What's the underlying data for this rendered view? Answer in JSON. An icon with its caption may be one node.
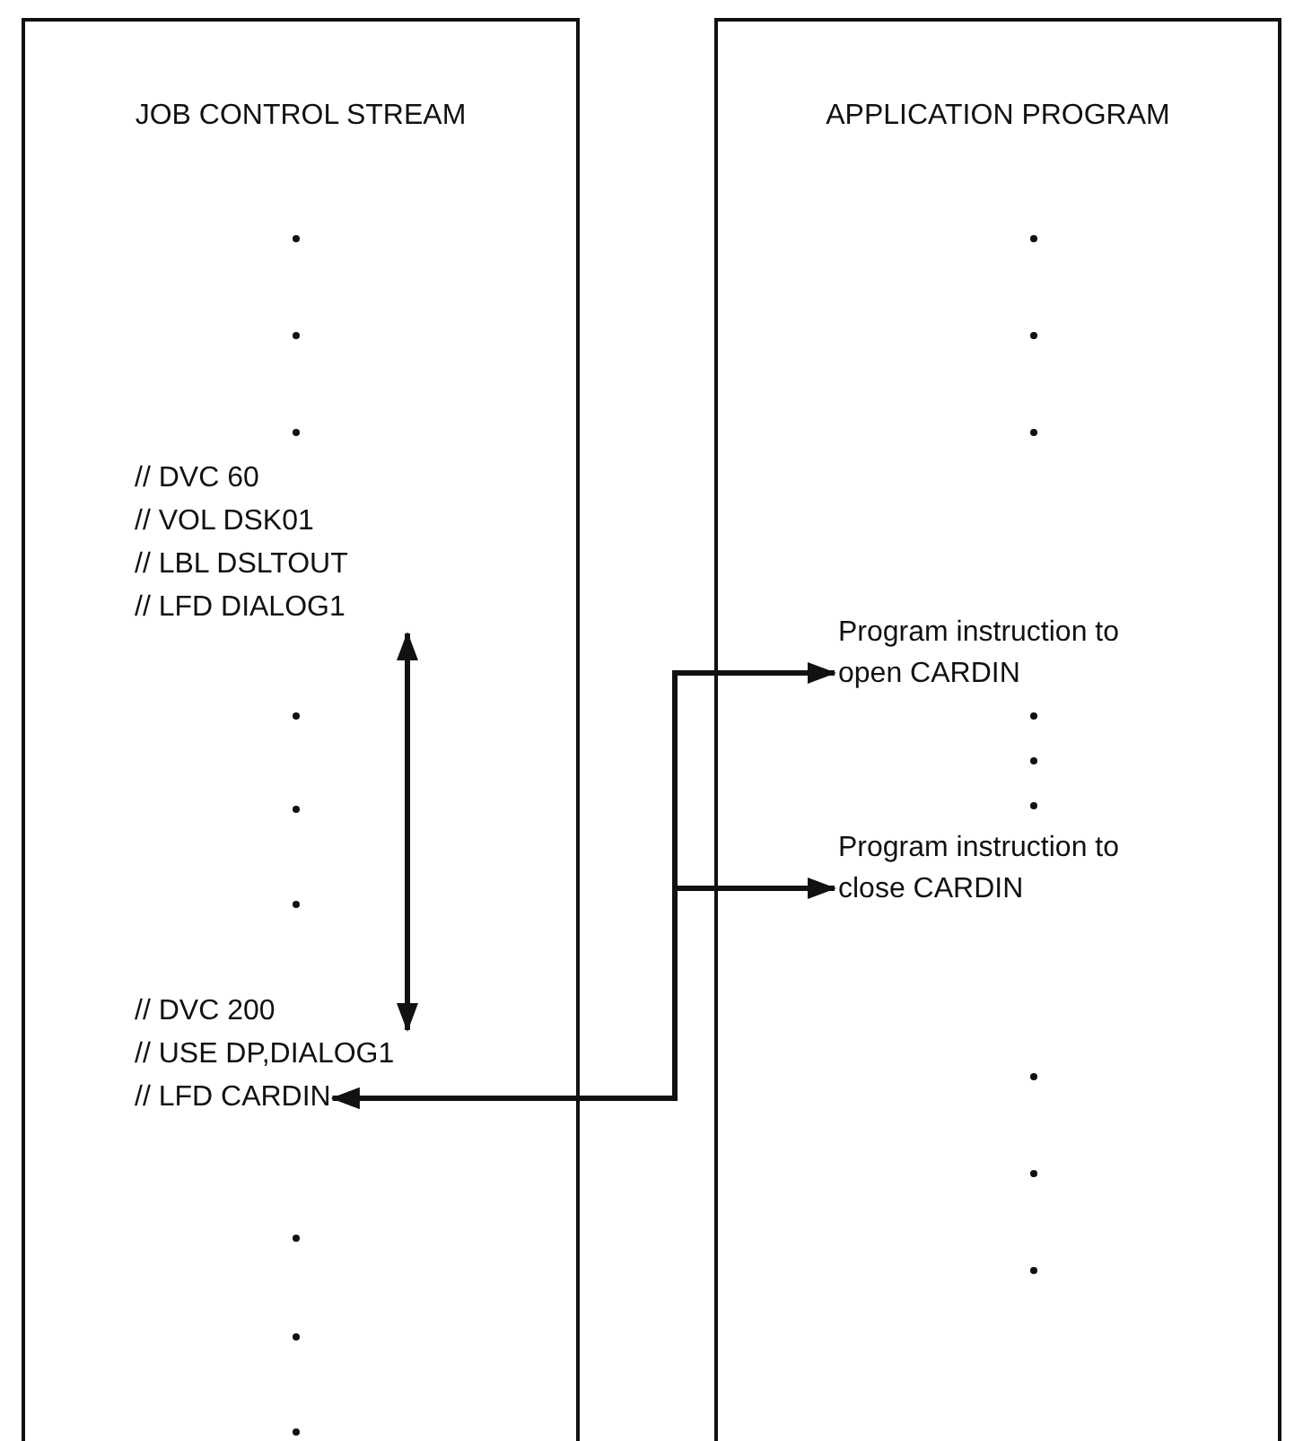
{
  "diagram": {
    "nodes": [
      {
        "text": [
          "JOB CONTROL STREAM"
        ]
      },
      {
        "text": [
          "APPLICATION PROGRAM"
        ]
      },
      {
        "text": [
          "// DVC 60"
        ],
        "in": 0
      },
      {
        "text": [
          "// VOL DSK01"
        ],
        "in": 0
      },
      {
        "text": [
          "// LBL DSLTOUT"
        ],
        "in": 0
      },
      {
        "text": [
          "// LFD DIALOG1"
        ],
        "in": 0
      },
      {
        "text": [
          "// DVC 200"
        ],
        "in": 0
      },
      {
        "text": [
          "// USE DP,DIALOG1"
        ],
        "in": 0
      },
      {
        "text": [
          "// LFD CARDIN"
        ],
        "in": 0
      },
      {
        "text": [
          "Program instruction to open CARDIN"
        ],
        "in": 1
      },
      {
        "text": [
          "Program instruction to close CARDIN"
        ],
        "in": 1
      }
    ],
    "edges": [
      {
        "from": 5,
        "to": 7,
        "arrow": "both"
      },
      {
        "from": 8,
        "to": 9,
        "arrow": "both"
      },
      {
        "from": 8,
        "to": 10,
        "arrow": "both"
      }
    ]
  }
}
